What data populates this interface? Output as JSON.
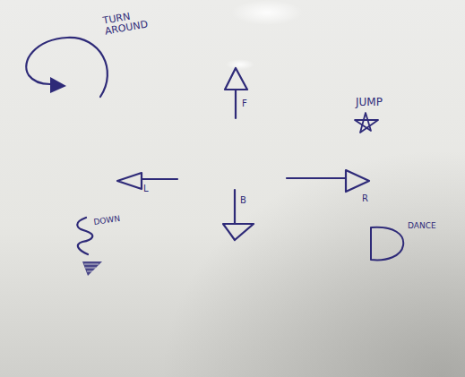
{
  "diagram": {
    "labels": [
      "TURN AROUND",
      "F",
      "JUMP",
      "L",
      "R",
      "DOWN",
      "B",
      "DANCE"
    ]
  }
}
